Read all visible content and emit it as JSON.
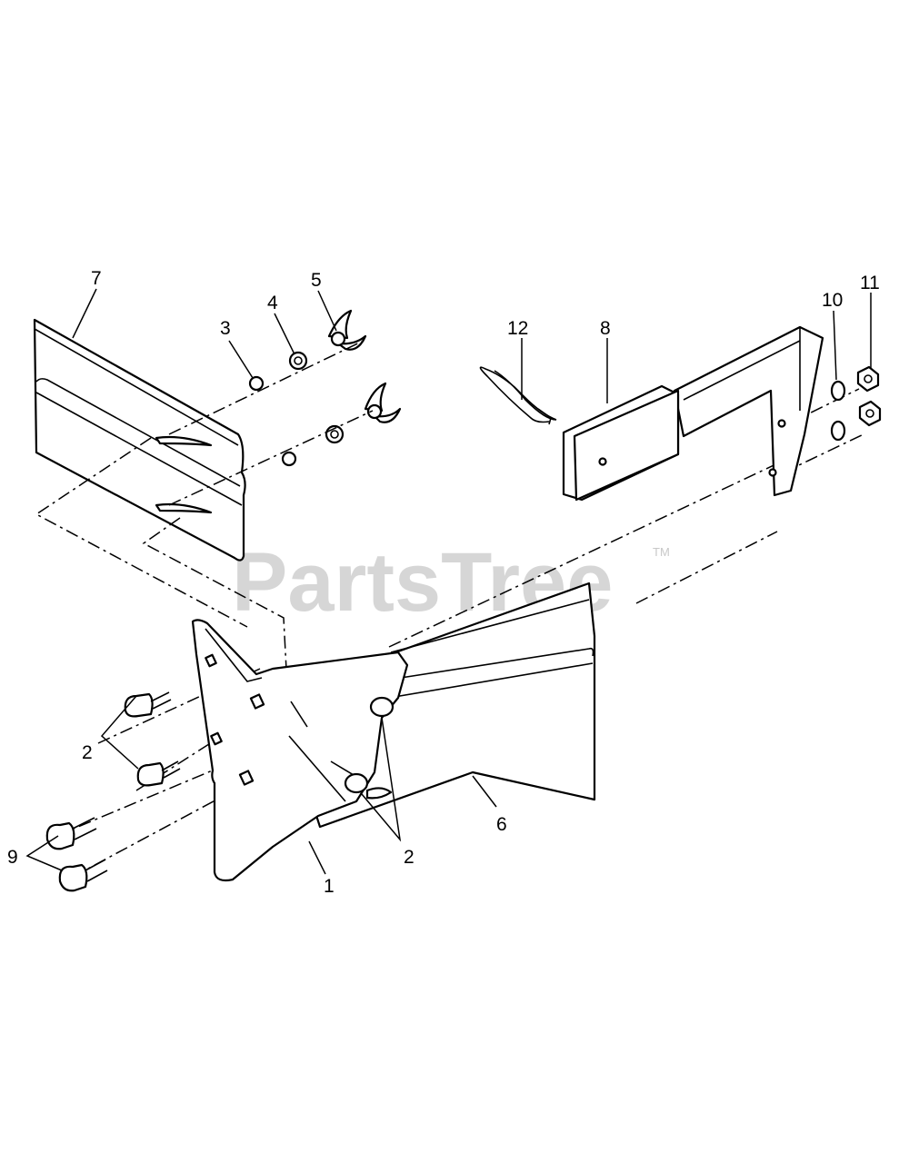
{
  "watermark": {
    "text": "PartsTree",
    "trademark": "TM"
  },
  "callouts": {
    "c1": "1",
    "c2a": "2",
    "c2b": "2",
    "c3": "3",
    "c4": "4",
    "c5": "5",
    "c6": "6",
    "c7": "7",
    "c8": "8",
    "c9": "9",
    "c10": "10",
    "c11": "11",
    "c12": "12"
  }
}
